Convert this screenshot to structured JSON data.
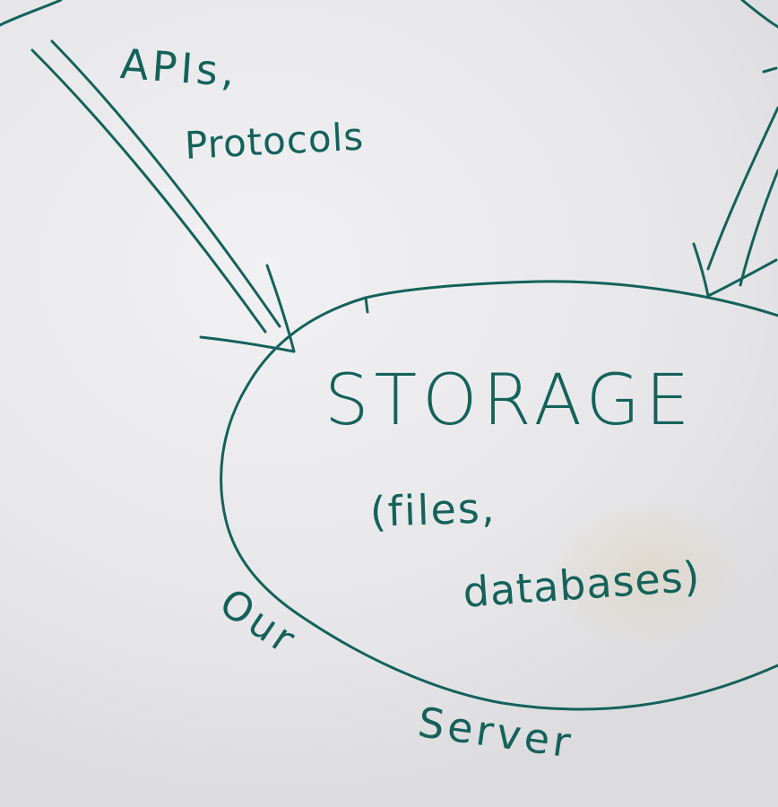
{
  "diagram": {
    "ink_color": "#14625a",
    "paper_color": "#ececef",
    "labels": {
      "apis": "APIs,",
      "protocols": "Protocols",
      "storage": "STORAGE",
      "files": "(files,",
      "databases": "databases)",
      "our": "Our",
      "server": "Server"
    }
  }
}
